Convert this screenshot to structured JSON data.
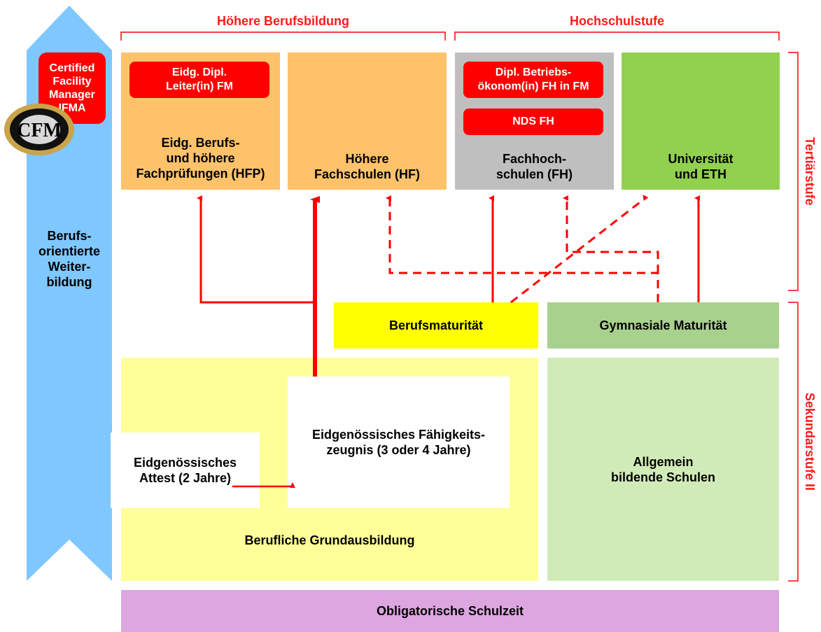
{
  "headers": {
    "hoehere_berufsbildung": "Höhere Berufsbildung",
    "hochschulstufe": "Hochschulstufe"
  },
  "side_labels": {
    "tertiaerstufe": "Tertiärstufe",
    "sekundarstufe": "Sekundarstufe II"
  },
  "left_arrow": {
    "label": "Berufs-\norientierte\nWeiter-\nbildung",
    "certified": "Certified\nFacility\nManager\nIFMA",
    "logo": "cfm-ifma-logo"
  },
  "tertiary": {
    "hfp": {
      "label": "Eidg. Berufs-\nund höhere\nFachprüfungen (HFP)",
      "badge": "Eidg. Dipl.\nLeiter(in) FM"
    },
    "hf": {
      "label": "Höhere\nFachschulen (HF)"
    },
    "fh": {
      "label": "Fachhoch-\nschulen (FH)",
      "badge1": "Dipl. Betriebs-\nökonom(in) FH in FM",
      "badge2": "NDS FH"
    },
    "uni": {
      "label": "Universität\nund ETH"
    }
  },
  "secondary": {
    "berufsmaturitaet": "Berufsmaturität",
    "gymnasiale_maturitaet": "Gymnasiale Maturität",
    "attest": "Eidgenössisches\nAttest (2 Jahre)",
    "efz": "Eidgenössisches Fähigkeits-\nzeugnis (3 oder 4 Jahre)",
    "grundausbildung": "Berufliche Grundausbildung",
    "allgemein": "Allgemein\nbildende Schulen"
  },
  "obligatorisch": "Obligatorische Schulzeit",
  "colors": {
    "red": "#ff0000",
    "blue_arrow": "#7fc7ff",
    "orange": "#fdc26a",
    "grey": "#bfbfbf",
    "green": "#92d050",
    "yellow": "#ffff00",
    "light_green": "#a9d18e",
    "pale_yellow": "#ffff99",
    "pale_green": "#d1ebb8",
    "purple": "#dda6e0"
  }
}
